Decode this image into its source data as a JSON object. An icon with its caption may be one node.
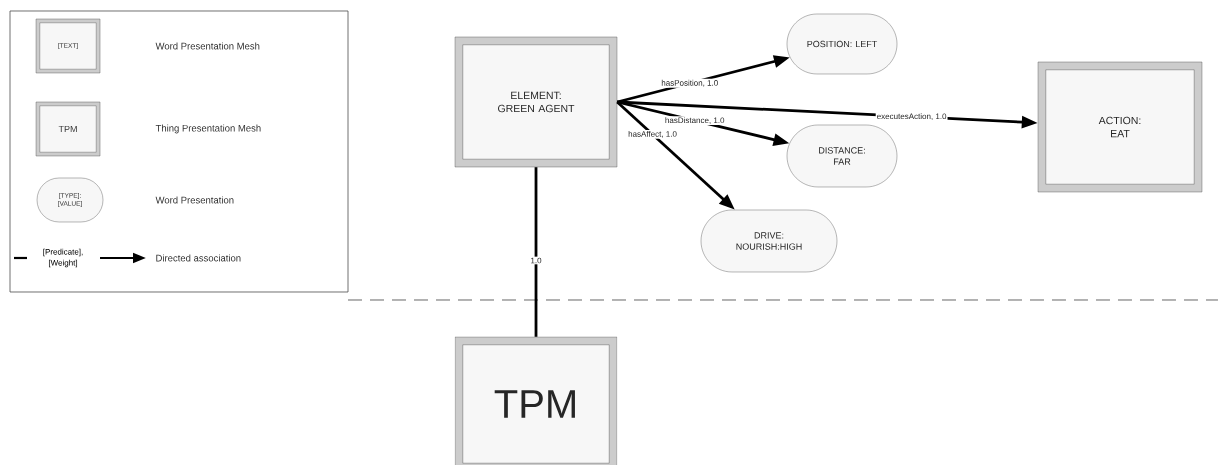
{
  "diagram": {
    "nodes": [
      {
        "text": [
          "ELEMENT: GREEN AGENT"
        ]
      },
      {
        "text": [
          "POSITION: LEFT"
        ]
      },
      {
        "text": [
          "DISTANCE: FAR"
        ]
      },
      {
        "text": [
          "DRIVE: NOURISH:HIGH"
        ]
      },
      {
        "text": [
          "ACTION: EAT"
        ]
      },
      {
        "text": [
          "TPM"
        ]
      }
    ],
    "edges": [
      {
        "from": 0,
        "to": 1,
        "arrow": "to",
        "label": "hasPosition, 1.0"
      },
      {
        "from": 0,
        "to": 4,
        "arrow": "to",
        "label": "executesAction, 1.0"
      },
      {
        "from": 0,
        "to": 2,
        "arrow": "to",
        "label": "hasDistance, 1.0"
      },
      {
        "from": 0,
        "to": 3,
        "arrow": "to",
        "label": "hasAffect, 1.0"
      },
      {
        "from": 0,
        "to": 5,
        "arrow": "none",
        "label": "1.0"
      }
    ],
    "labels": [
      "[TEXT]",
      "TPM",
      "[TYPE]: [VALUE]",
      "[Predicate], [Weight]"
    ],
    "legend": [
      {
        "text": "Word Presentation Mesh"
      },
      {
        "text": "Thing Presentation Mesh"
      },
      {
        "text": "Word Presentation"
      },
      {
        "text": "Directed association"
      }
    ]
  }
}
